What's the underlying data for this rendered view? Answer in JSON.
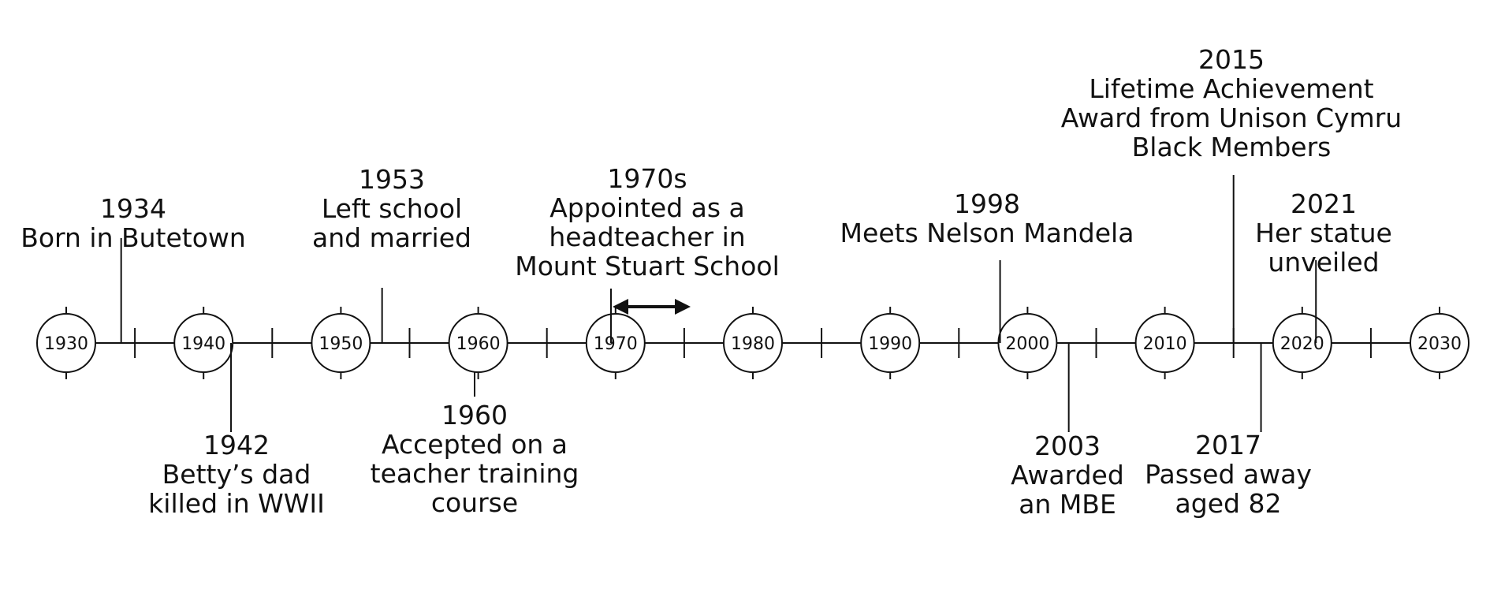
{
  "decades": [
    "1930",
    "1940",
    "1950",
    "1960",
    "1970",
    "1980",
    "1990",
    "2000",
    "2010",
    "2020",
    "2030"
  ],
  "events": [
    {
      "year": 1934,
      "lines": [
        "1934",
        "Born in Butetown"
      ],
      "side": "above"
    },
    {
      "year": 1942,
      "lines": [
        "1942",
        "Betty’s dad",
        "killed in WWII"
      ],
      "side": "below"
    },
    {
      "year": 1953,
      "lines": [
        "1953",
        "Left school",
        "and married"
      ],
      "side": "above"
    },
    {
      "year": 1960,
      "lines": [
        "1960",
        "Accepted on a",
        "teacher training",
        "course"
      ],
      "side": "below"
    },
    {
      "year": 1970,
      "lines": [
        "1970s",
        "Appointed as a",
        "headteacher in",
        "Mount Stuart School"
      ],
      "side": "above",
      "range_arrow": true
    },
    {
      "year": 1998,
      "lines": [
        "1998",
        "Meets Nelson Mandela"
      ],
      "side": "above"
    },
    {
      "year": 2003,
      "lines": [
        "2003",
        "Awarded",
        "an MBE"
      ],
      "side": "below"
    },
    {
      "year": 2015,
      "lines": [
        "2015",
        "Lifetime Achievement",
        "Award from Unison Cymru",
        "Black Members"
      ],
      "side": "above"
    },
    {
      "year": 2017,
      "lines": [
        "2017",
        "Passed away",
        "aged 82"
      ],
      "side": "below"
    },
    {
      "year": 2021,
      "lines": [
        "2021",
        "Her statue",
        "unveiled"
      ],
      "side": "above"
    }
  ]
}
